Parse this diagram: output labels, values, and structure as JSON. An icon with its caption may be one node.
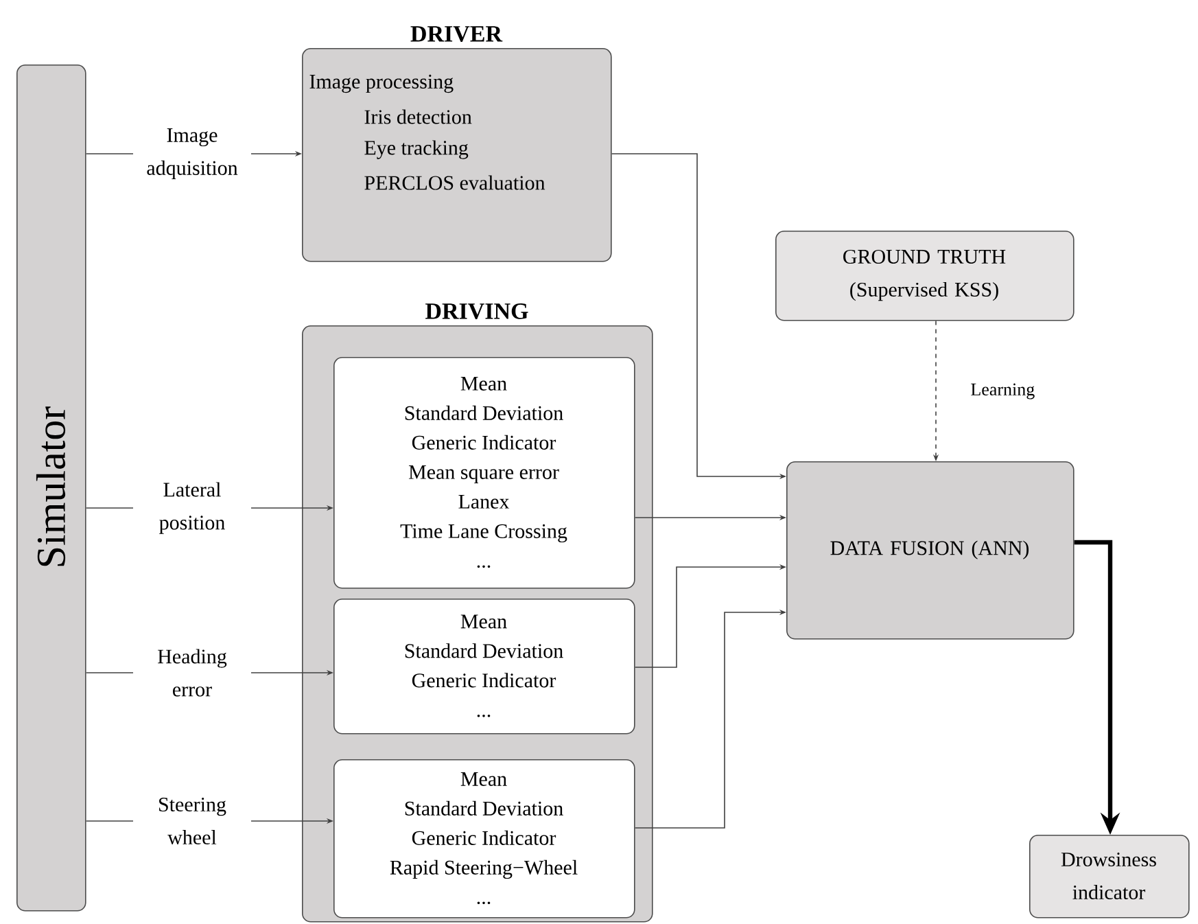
{
  "diagram": {
    "nodes": [
      {
        "text": [
          "Simulator"
        ]
      },
      {
        "text": [
          "DRIVER",
          "Image processing",
          "Iris detection",
          "Eye tracking",
          "PERCLOS evaluation"
        ]
      },
      {
        "text": [
          "DRIVING"
        ]
      },
      {
        "text": [
          "Mean",
          "Standard Deviation",
          "Generic Indicator",
          "Mean square error",
          "Lanex",
          "Time Lane Crossing",
          "..."
        ],
        "in": 2
      },
      {
        "text": [
          "Mean",
          "Standard Deviation",
          "Generic Indicator",
          "..."
        ],
        "in": 2
      },
      {
        "text": [
          "Mean",
          "Standard Deviation",
          "Generic Indicator",
          "Rapid Steering−Wheel",
          "..."
        ],
        "in": 2
      },
      {
        "text": [
          "GROUND TRUTH (Supervised KSS)"
        ]
      },
      {
        "text": [
          "DATA FUSION (ANN)"
        ]
      },
      {
        "text": [
          "Drowsiness indicator"
        ]
      }
    ],
    "edges": [
      {
        "from": 0,
        "to": 1,
        "arrow": "to",
        "label": "Image adquisition"
      },
      {
        "from": 0,
        "to": 3,
        "arrow": "to",
        "label": "Lateral position"
      },
      {
        "from": 0,
        "to": 4,
        "arrow": "to",
        "label": "Heading error"
      },
      {
        "from": 0,
        "to": 5,
        "arrow": "to",
        "label": "Steering wheel"
      },
      {
        "from": 1,
        "to": 7,
        "arrow": "to"
      },
      {
        "from": 3,
        "to": 7,
        "arrow": "to"
      },
      {
        "from": 4,
        "to": 7,
        "arrow": "to"
      },
      {
        "from": 5,
        "to": 7,
        "arrow": "to"
      },
      {
        "from": 6,
        "to": 7,
        "arrow": "to",
        "label": "Learning",
        "style": "dashed"
      },
      {
        "from": 7,
        "to": 8,
        "arrow": "to",
        "style": "thick"
      }
    ]
  }
}
